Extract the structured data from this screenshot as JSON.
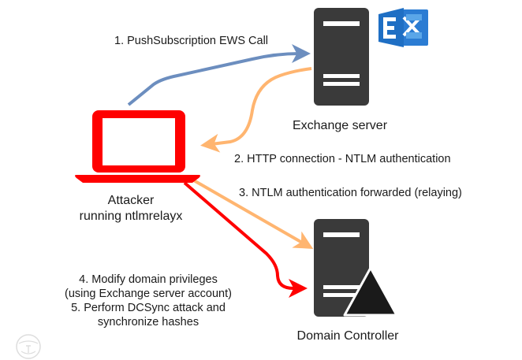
{
  "colors": {
    "step1_arrow": "#6c8ebf",
    "step2_arrow": "#ffb570",
    "step3_arrow": "#ffb570",
    "step4_arrow": "#ff0000",
    "server_body": "#3a3a3a",
    "attacker_laptop": "#ff0000",
    "exchange_logo": "#1f6fc4"
  },
  "icons": {
    "exchange_server": "server-tower-icon",
    "exchange_logo": "microsoft-exchange-logo-icon",
    "domain_controller": "server-tower-icon",
    "domain_controller_badge": "triangle-icon",
    "attacker": "laptop-icon",
    "watermark": "security-shield-watermark-icon"
  },
  "nodes": {
    "exchange_label": "Exchange server",
    "attacker_label_line1": "Attacker",
    "attacker_label_line2": "running ntlmrelayx",
    "dc_label": "Domain Controller"
  },
  "steps": {
    "step1": "1. PushSubscription EWS Call",
    "step2": "2. HTTP connection - NTLM authentication",
    "step3": "3. NTLM authentication forwarded (relaying)",
    "step4_line1": "4. Modify domain privileges",
    "step4_line2": "(using Exchange server account)",
    "step5_line1": "5. Perform DCSync attack and",
    "step5_line2": "synchronize hashes"
  }
}
